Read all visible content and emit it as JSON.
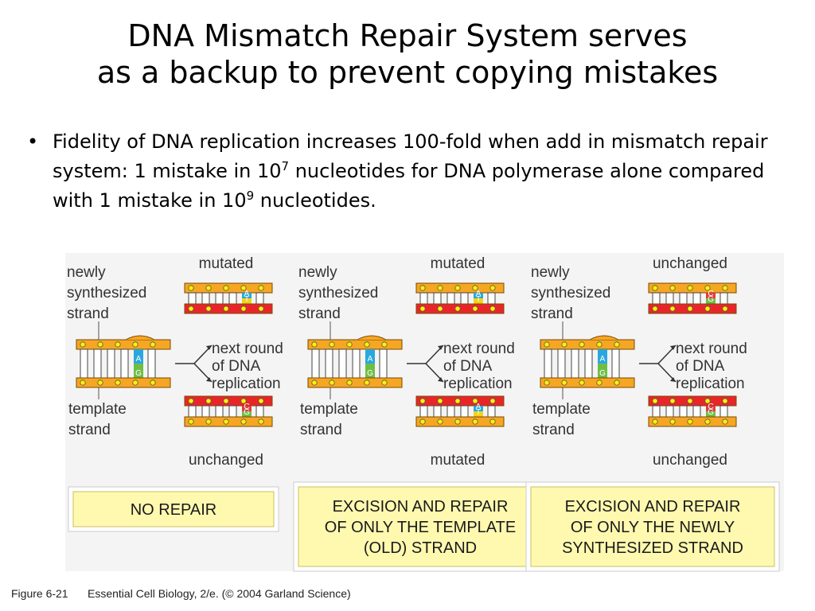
{
  "slide": {
    "title_line1": "DNA Mismatch Repair System serves",
    "title_line2": "as a backup to prevent copying mistakes",
    "bullet_symbol": "•",
    "bullet_part1": "Fidelity of DNA replication increases 100-fold when add in mismatch repair system: 1 mistake in 10",
    "bullet_exp1": "7",
    "bullet_part2": " nucleotides for DNA polymerase alone compared with 1 mistake in 10",
    "bullet_exp2": "9",
    "bullet_part3": " nucleotides."
  },
  "figure": {
    "panels": [
      {
        "newly_label": [
          "newly",
          "synthesized",
          "strand"
        ],
        "template_label": [
          "template",
          "strand"
        ],
        "next_round": [
          "next round",
          "of DNA",
          "replication"
        ],
        "top_label": "mutated",
        "bottom_label": "unchanged",
        "mid_bases": [
          "A",
          "G"
        ],
        "top_bases": [
          "A",
          "T"
        ],
        "bottom_bases": [
          "C",
          "G"
        ],
        "box": [
          "NO REPAIR"
        ]
      },
      {
        "newly_label": [
          "newly",
          "synthesized",
          "strand"
        ],
        "template_label": [
          "template",
          "strand"
        ],
        "next_round": [
          "next round",
          "of DNA",
          "replication"
        ],
        "top_label": "mutated",
        "bottom_label": "mutated",
        "mid_bases": [
          "A",
          "G"
        ],
        "top_bases": [
          "A",
          "T"
        ],
        "bottom_bases": [
          "A",
          "T"
        ],
        "box": [
          "EXCISION AND REPAIR",
          "OF ONLY THE TEMPLATE",
          "(OLD) STRAND"
        ]
      },
      {
        "newly_label": [
          "newly",
          "synthesized",
          "strand"
        ],
        "template_label": [
          "template",
          "strand"
        ],
        "next_round": [
          "next round",
          "of DNA",
          "replication"
        ],
        "top_label": "unchanged",
        "bottom_label": "unchanged",
        "mid_bases": [
          "A",
          "G"
        ],
        "top_bases": [
          "C",
          "G"
        ],
        "bottom_bases": [
          "C",
          "G"
        ],
        "box": [
          "EXCISION AND REPAIR",
          "OF ONLY THE NEWLY",
          "SYNTHESIZED STRAND"
        ]
      }
    ],
    "caption_figure": "Figure 6-21",
    "caption_source": "Essential Cell Biology, 2/e. (© 2004 Garland Science)",
    "colors": {
      "strand_orange": "#F5A623",
      "strand_red": "#E8262A",
      "dot_yellow": "#FFF200",
      "base_blue": "#29A8DF",
      "base_green": "#6DBE45",
      "base_red": "#E23C3C",
      "base_yellow": "#F2D21B",
      "box_fill": "#FFF9B0",
      "label_gray": "#333333"
    }
  }
}
